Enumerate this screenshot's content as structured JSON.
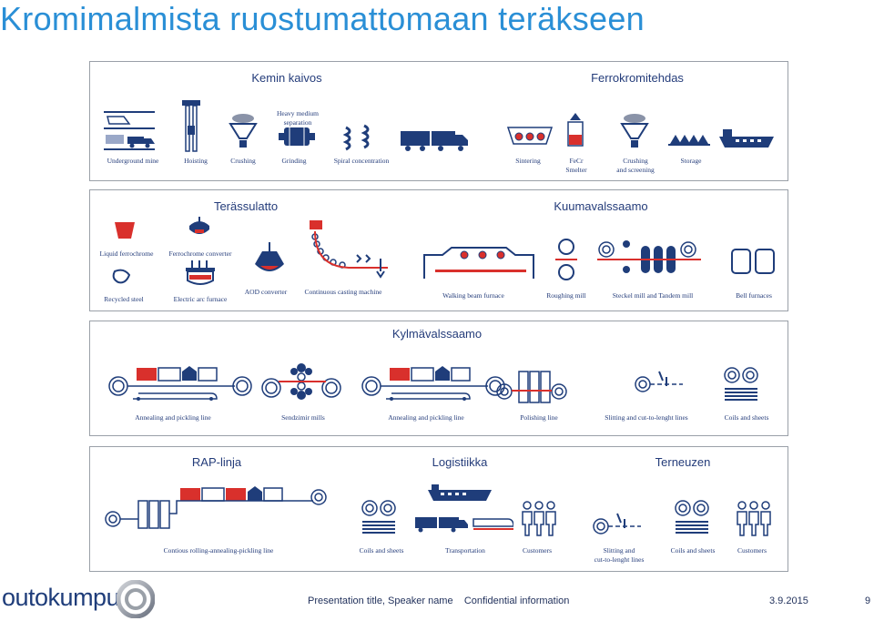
{
  "title": "Kromimalmista ruostumattomaan teräkseen",
  "panel1": {
    "heading_left": "Kemin kaivos",
    "heading_right": "Ferrokromitehdas",
    "heavy_medium": "Heavy medium\nseparation",
    "labels": [
      "Underground mine",
      "Hoisting",
      "Crushing",
      "Grinding",
      "Spiral concentration",
      "Sintering",
      "FeCr\nSmelter",
      "Crushing\nand screening",
      "Storage"
    ]
  },
  "panel2": {
    "heading_left": "Terässulatto",
    "heading_right": "Kuumavalssaamo",
    "top_labels": [
      "Liquid ferrochrome",
      "Ferrochrome converter"
    ],
    "labels": [
      "Recycled steel",
      "Electric arc furnace",
      "AOD converter",
      "Continuous casting machine",
      "Walking beam furnace",
      "Roughing mill",
      "Steckel mill and Tandem mill",
      "Bell furnaces"
    ]
  },
  "panel3": {
    "heading": "Kylmävalssaamo",
    "labels": [
      "Annealing and pickling line",
      "Sendzimir mills",
      "Annealing and pickling line",
      "Polishing line",
      "Slitting and cut-to-lenght lines",
      "Coils and sheets"
    ]
  },
  "panel4": {
    "heading_a": "RAP-linja",
    "heading_b": "Logistiikka",
    "heading_c": "Terneuzen",
    "labels": [
      "Contious rolling-annealing-pickling line",
      "Coils and sheets",
      "Transportation",
      "Customers",
      "Slitting and\ncut-to-lenght lines",
      "Coils and sheets",
      "Customers"
    ]
  },
  "footer": {
    "logo": "outokumpu",
    "text": "Presentation title, Speaker name    Confidential information",
    "date": "3.9.2015",
    "page": "9"
  },
  "colors": {
    "title": "#2a8fd6",
    "navy": "#1f3d7a",
    "red": "#d9302c",
    "border": "#9aa0a8"
  }
}
